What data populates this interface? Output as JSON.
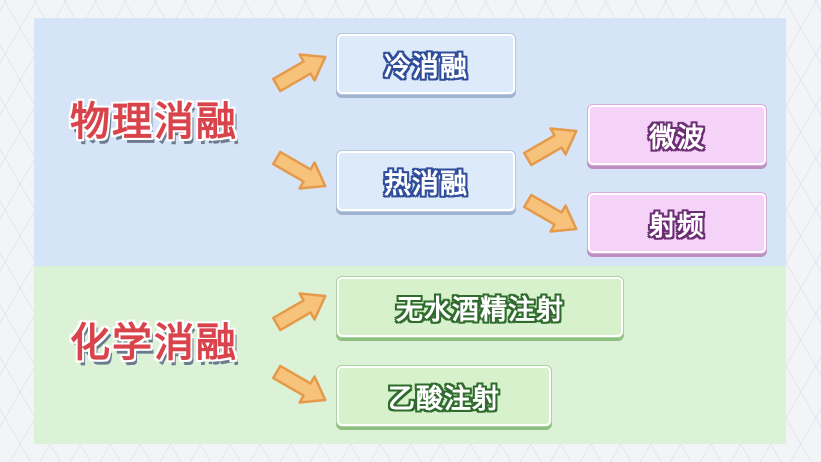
{
  "colors": {
    "physical_heading": "#d9444c",
    "chemical_heading": "#d9444c",
    "arrow_fill": "#f7c27a",
    "arrow_stroke": "#e59a4b"
  },
  "physical": {
    "heading": "物理消融",
    "cold": "冷消融",
    "heat": "热消融",
    "microwave": "微波",
    "radiofrequency": "射频"
  },
  "chemical": {
    "heading": "化学消融",
    "ethanol": "无水酒精注射",
    "acetic": "乙酸注射"
  },
  "icons": {
    "arrow": "right-arrow-icon"
  }
}
